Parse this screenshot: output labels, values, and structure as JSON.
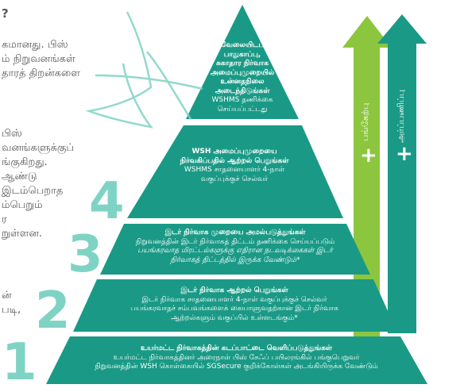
{
  "left_text": {
    "line1": "?",
    "para1": [
      "கமானது. பிஸ்",
      "ம் நிறுவனங்கள்",
      "தாரத் திறன்களை"
    ],
    "para2": [
      "பிஸ்",
      "வனங்களுக்குப்",
      "ங்குகிறது.",
      "ஆண்டு",
      "இடம்பெறாத",
      "ம்பெறும்",
      "ர",
      "றுள்ளன."
    ],
    "para3": [
      "ன்",
      "படி,"
    ]
  },
  "levels": {
    "l5": {
      "lines": [
        "வேலையிடப்",
        "பாதுகாப்பு,",
        "சுகாதார நிர்வாக",
        "அமைப்புமுறையில்",
        "உன்னதநிலை அடைந்திடுங்கள்"
      ],
      "sub": [
        "WSHMS தணிக்கை",
        "செய்யப்பட்டது"
      ]
    },
    "l4": {
      "bold": [
        "WSH அமைப்புமுறையை",
        "நிர்வகிப்பதில் ஆற்றல் பெறுங்கள்"
      ],
      "sub": [
        "WSHMS சாதனையாளர் 4-நாள்",
        "வகுப்புக்குச் செல்வர்"
      ]
    },
    "l3": {
      "bold": [
        "இடர் நிர்வாக முறையை அமல்படுத்துங்கள்"
      ],
      "sub": [
        "நிறுவனத்தின் இடர் நிர்வாகத் திட்டம் தணிக்கை செய்யப்படும்",
        "பயங்கரவாத மிரட்டல்களுக்கு எதிரான நடவடிக்கைகள் இடர்",
        "நிர்வாகத் திட்டத்தில் இருக்க வேண்டும்*"
      ]
    },
    "l2": {
      "bold": [
        "இடர் நிர்வாக ஆற்றல் பெறுங்கள்"
      ],
      "sub": [
        "இடர் நிர்வாக சாதனையாளர் 4-நாள் வகுப்புக்குச் செல்வர்",
        "பயங்கரவாதச் சம்பவங்களைக் கையாளுவதற்கான இடர் நிர்வாக",
        "ஆற்றல்களும் வகுப்பில் உள்ளடங்கும்*"
      ]
    },
    "l1": {
      "bold": [
        "உயர்மட்ட நிர்வாகத்தின் கடப்பாட்டை வெளிப்படுத்துங்கள்"
      ],
      "sub": [
        "உயர்மட்ட நிர்வாகத்தினர் அரைநாள் பிஸ் சேஃப் பயிலரங்கில் பங்குபெறுவர்",
        "நிறுவனத்தின் WSH கொள்கையில் SGSecure குறிக்கோள்கள் அடங்கியிருக்க வேண்டும்"
      ]
    }
  },
  "numbers": [
    "1",
    "2",
    "3",
    "4"
  ],
  "arrows": {
    "light_label": "பங்கேற்பு",
    "dark_label": "அர்ப்பணிப்பு",
    "plus": "+"
  },
  "colors": {
    "pyramid": "#1a9a86",
    "pyramid_dark": "#138474",
    "numbers": "#7fd3c4",
    "arrow_light": "#8cc63f",
    "arrow_dark": "#1a9a86",
    "text": "#5a5a5a"
  }
}
